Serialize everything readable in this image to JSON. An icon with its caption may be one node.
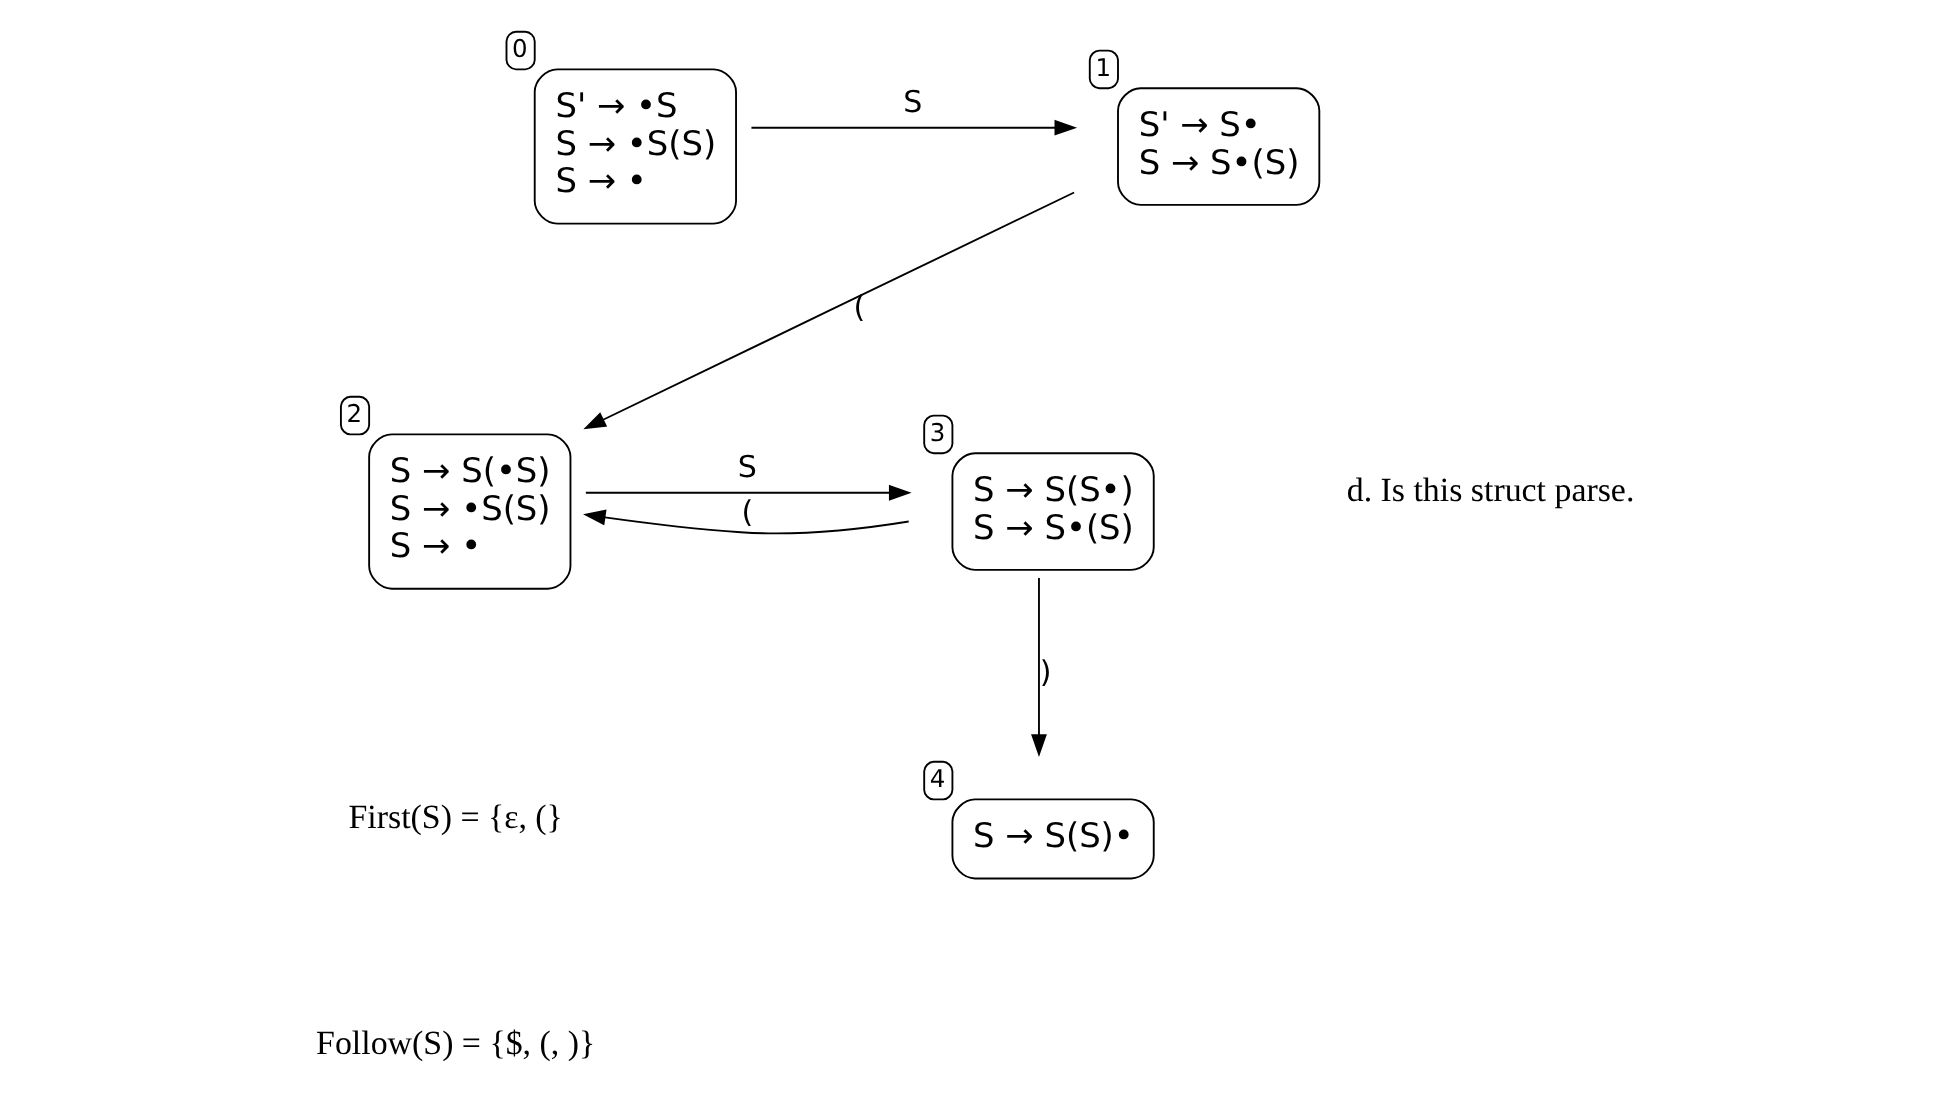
{
  "diagram": {
    "nodes": [
      {
        "text": [
          "0",
          "S' → •S",
          "S → •S(S)",
          "S → •"
        ]
      },
      {
        "text": [
          "1",
          "S' → S•",
          "S → S•(S)"
        ]
      },
      {
        "text": [
          "2",
          "S → S(•S)",
          "S → •S(S)",
          "S → •"
        ]
      },
      {
        "text": [
          "3",
          "S → S(S•)",
          "S → S•(S)"
        ]
      },
      {
        "text": [
          "4",
          "S → S(S)•"
        ]
      }
    ],
    "edges": [
      {
        "from": 0,
        "to": 1,
        "arrow": "to",
        "label": "S"
      },
      {
        "from": 1,
        "to": 2,
        "arrow": "to",
        "label": "("
      },
      {
        "from": 2,
        "to": 3,
        "arrow": "to",
        "label": "S"
      },
      {
        "from": 3,
        "to": 2,
        "arrow": "to",
        "label": "("
      },
      {
        "from": 3,
        "to": 4,
        "arrow": "to",
        "label": ")"
      }
    ],
    "labels": [
      "d. Is this struct parse.",
      "First(S) = {ε, (}",
      "Follow(S) = {$, (, )}"
    ]
  }
}
